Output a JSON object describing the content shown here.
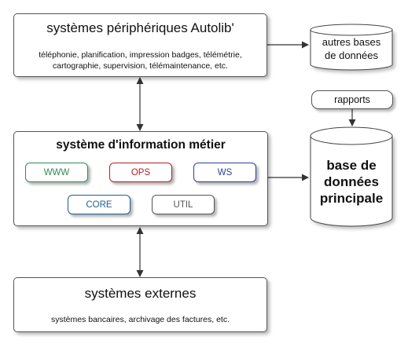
{
  "peripheral": {
    "title": "systèmes périphériques Autolib'",
    "line1": "téléphonie, planification, impression badges, télémétrie,",
    "line2": "cartographie, supervision, télémaintenance, etc."
  },
  "other_db": {
    "line1": "autres bases",
    "line2": "de données"
  },
  "reports": {
    "label": "rapports"
  },
  "main_db": {
    "line1": "base de",
    "line2": "données",
    "line3": "principale"
  },
  "sim": {
    "title": "système d'information métier",
    "modules": [
      {
        "label": "WWW",
        "color": "#2e8b57"
      },
      {
        "label": "OPS",
        "color": "#b22222"
      },
      {
        "label": "WS",
        "color": "#2a3f9f"
      },
      {
        "label": "CORE",
        "color": "#1f5f8f"
      },
      {
        "label": "UTIL",
        "color": "#555555"
      }
    ]
  },
  "external": {
    "title": "systèmes externes",
    "line1": "systèmes bancaires, archivage des factures, etc."
  }
}
